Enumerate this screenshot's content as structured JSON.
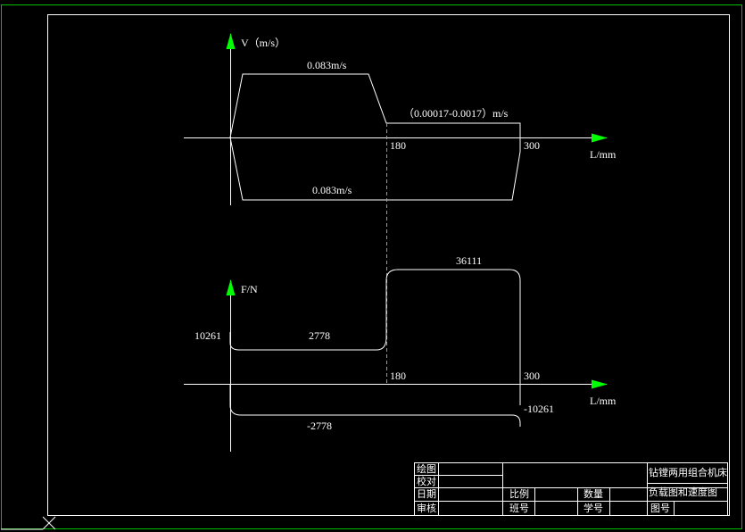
{
  "colors": {
    "background": "#000000",
    "frame": "#00c000",
    "lines": "#ffffff",
    "arrow": "#00ff00",
    "dashed": "#c8a000"
  },
  "velocity": {
    "axis_label": "V（m/s）",
    "x_axis_label": "L/mm",
    "fast_forward": "0.083m/s",
    "feed": "（0.00017-0.0017）m/s",
    "fast_return": "0.083m/s",
    "tick_180": "180",
    "tick_300": "300"
  },
  "force": {
    "axis_label": "F/N",
    "x_axis_label": "L/mm",
    "left_value": "10261",
    "forward_force": "2778",
    "work_force": "36111",
    "tick_180": "180",
    "tick_300": "300",
    "return_force": "-2778",
    "end_value": "-10261"
  },
  "title_block": {
    "drawn": "绘图",
    "checked": "校对",
    "date": "日期",
    "approved": "审核",
    "scale": "比例",
    "quantity": "数量",
    "class": "班号",
    "student_id": "学号",
    "drawing_title": "钻镗两用组合机床",
    "drawing_subtitle": "负载图和速度图",
    "drawing_no": "图号"
  }
}
